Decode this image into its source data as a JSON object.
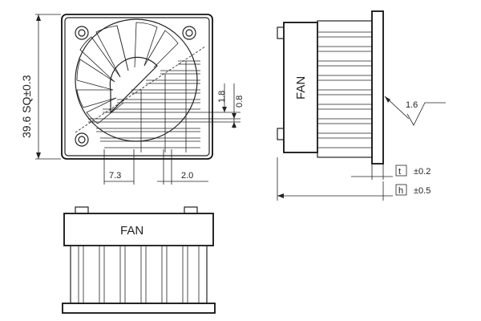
{
  "front_view": {
    "size_label": "39.6 SQ±0.3",
    "dim_fin_depth": "1.8",
    "dim_fin_gap": "0.8",
    "dim_slot_width": "7.3",
    "dim_rib_width": "2.0"
  },
  "side_view": {
    "fan_label": "FAN",
    "surface_roughness": "1.6",
    "tolerance_t_symbol": "t",
    "tolerance_t_value": "±0.2",
    "tolerance_h_symbol": "h",
    "tolerance_h_value": "±0.5"
  },
  "bottom_view": {
    "fan_label": "FAN"
  }
}
